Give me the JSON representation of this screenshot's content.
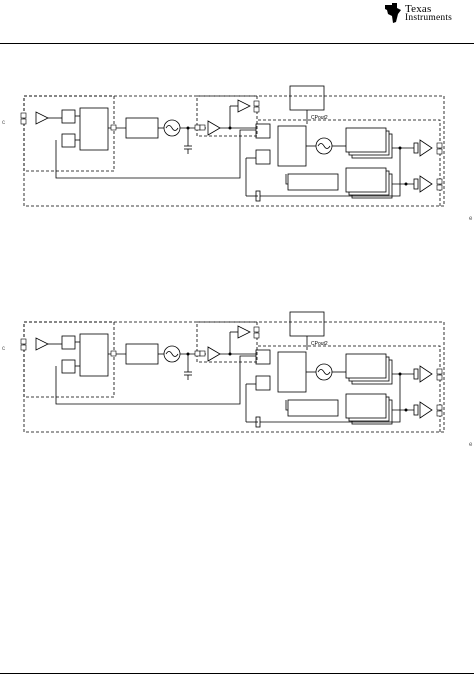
{
  "header": {
    "logo": {
      "line1": "Texas",
      "line2": "Instruments",
      "icon": "ti-state-logo-icon"
    }
  },
  "diagrams": [
    {
      "cpout_label": "CPout2",
      "margin_marks": {
        "left": "c",
        "right": "e"
      }
    },
    {
      "cpout_label": "CPout2",
      "margin_marks": {
        "left": "c",
        "right": "e"
      }
    }
  ],
  "icons": {
    "oscillator": "oscillator-icon",
    "buffer": "buffer-triangle-icon",
    "capacitor": "capacitor-icon",
    "pin": "pin-marker-icon"
  }
}
